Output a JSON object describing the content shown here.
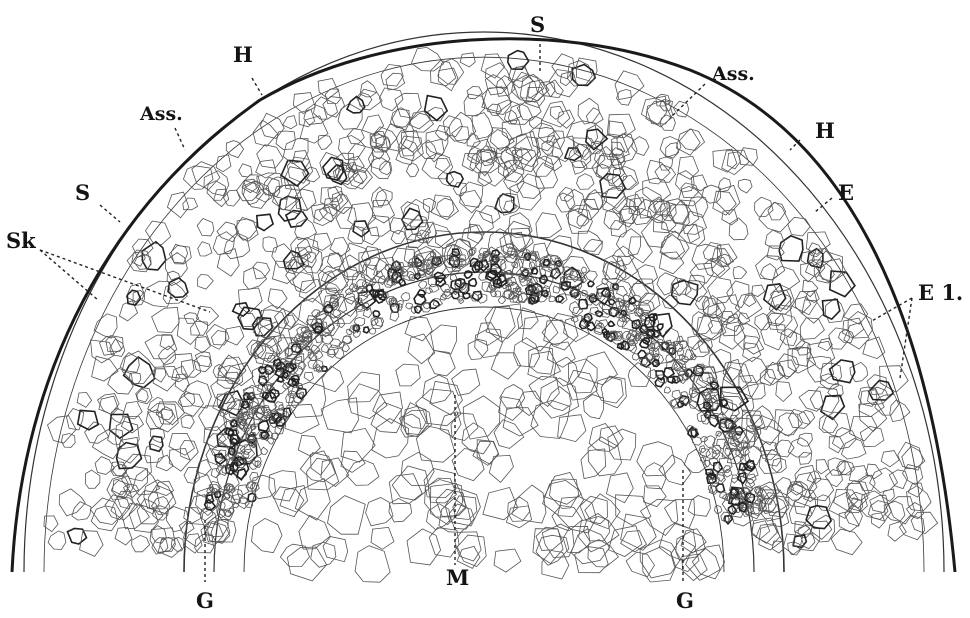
{
  "figure": {
    "labels": {
      "S_top": "S",
      "H_left": "H",
      "Ass_right": "Ass.",
      "Ass_left": "Ass.",
      "H_right": "H",
      "S_left": "S",
      "E": "E",
      "Sk": "Sk",
      "E1": "E 1.",
      "M": "M",
      "G_left": "G",
      "G_right": "G"
    }
  }
}
